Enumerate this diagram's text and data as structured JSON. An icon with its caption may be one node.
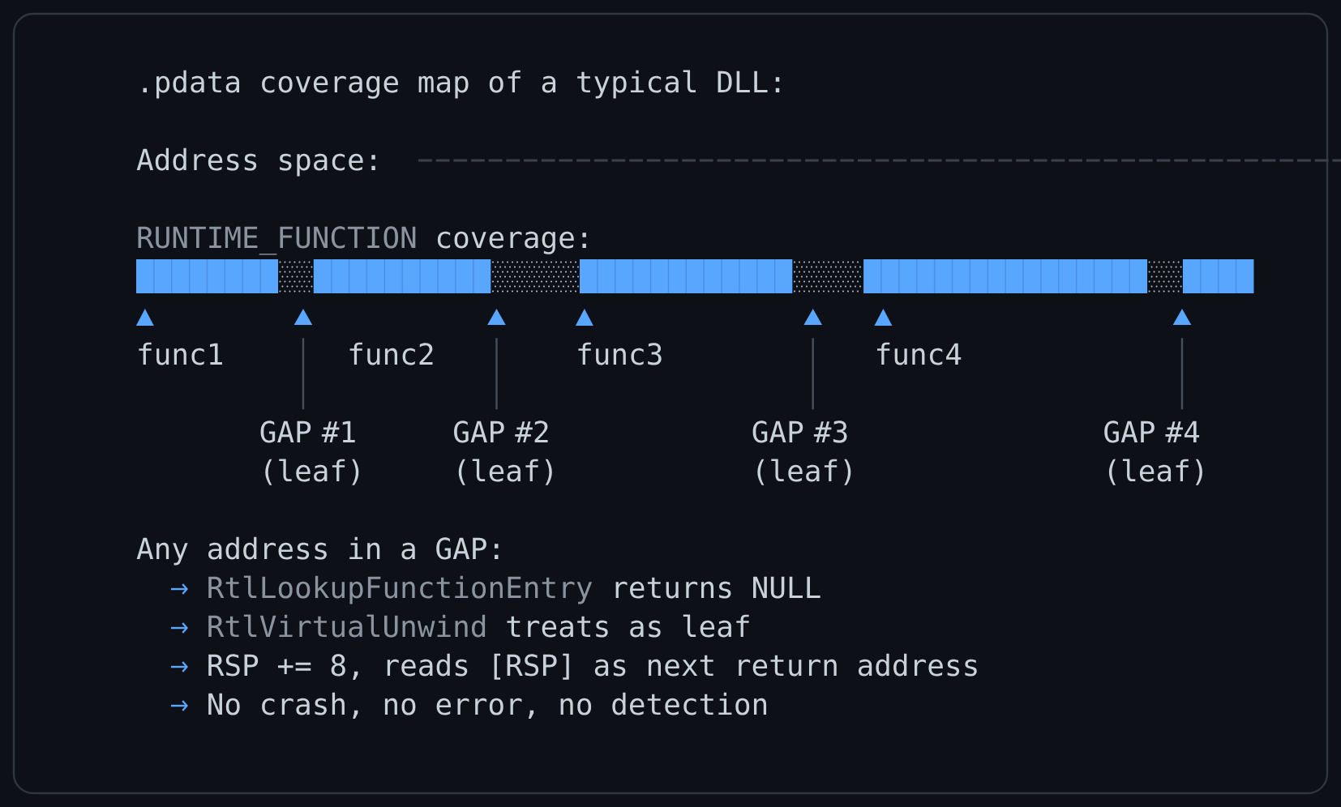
{
  "diagram": {
    "title": ".pdata coverage map of a typical DLL:",
    "nodes": [
      {
        "text": [
          "GAP #1 (leaf)"
        ]
      },
      {
        "text": [
          "GAP #2 (leaf)"
        ]
      },
      {
        "text": [
          "GAP #3 (leaf)"
        ]
      },
      {
        "text": [
          "GAP #4 (leaf)"
        ]
      }
    ],
    "edges": [
      {
        "from": 0,
        "to": null,
        "arrow": "to"
      },
      {
        "from": 1,
        "to": null,
        "arrow": "to"
      },
      {
        "from": 2,
        "to": null,
        "arrow": "to"
      },
      {
        "from": 3,
        "to": null,
        "arrow": "to"
      }
    ],
    "labels": [
      "Address space:",
      "RUNTIME_FUNCTION",
      "coverage:",
      "func1",
      "func2",
      "func3",
      "func4",
      "Any address in a GAP:",
      "RtlLookupFunctionEntry",
      "returns NULL",
      "RtlVirtualUnwind",
      "treats as leaf",
      "RSP += 8, reads [RSP] as next return address",
      "No crash, no error, no detection"
    ]
  }
}
